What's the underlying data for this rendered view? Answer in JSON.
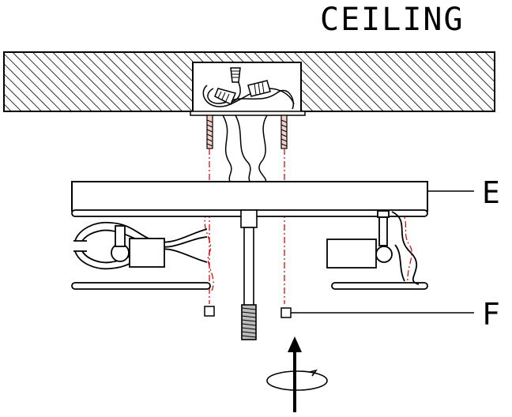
{
  "diagram": {
    "title": "CEILING",
    "labels": {
      "e": "E",
      "f": "F"
    },
    "colors": {
      "line": "#000000",
      "guide": "#cc0000",
      "screw_tint": "#f3d0c8"
    }
  }
}
